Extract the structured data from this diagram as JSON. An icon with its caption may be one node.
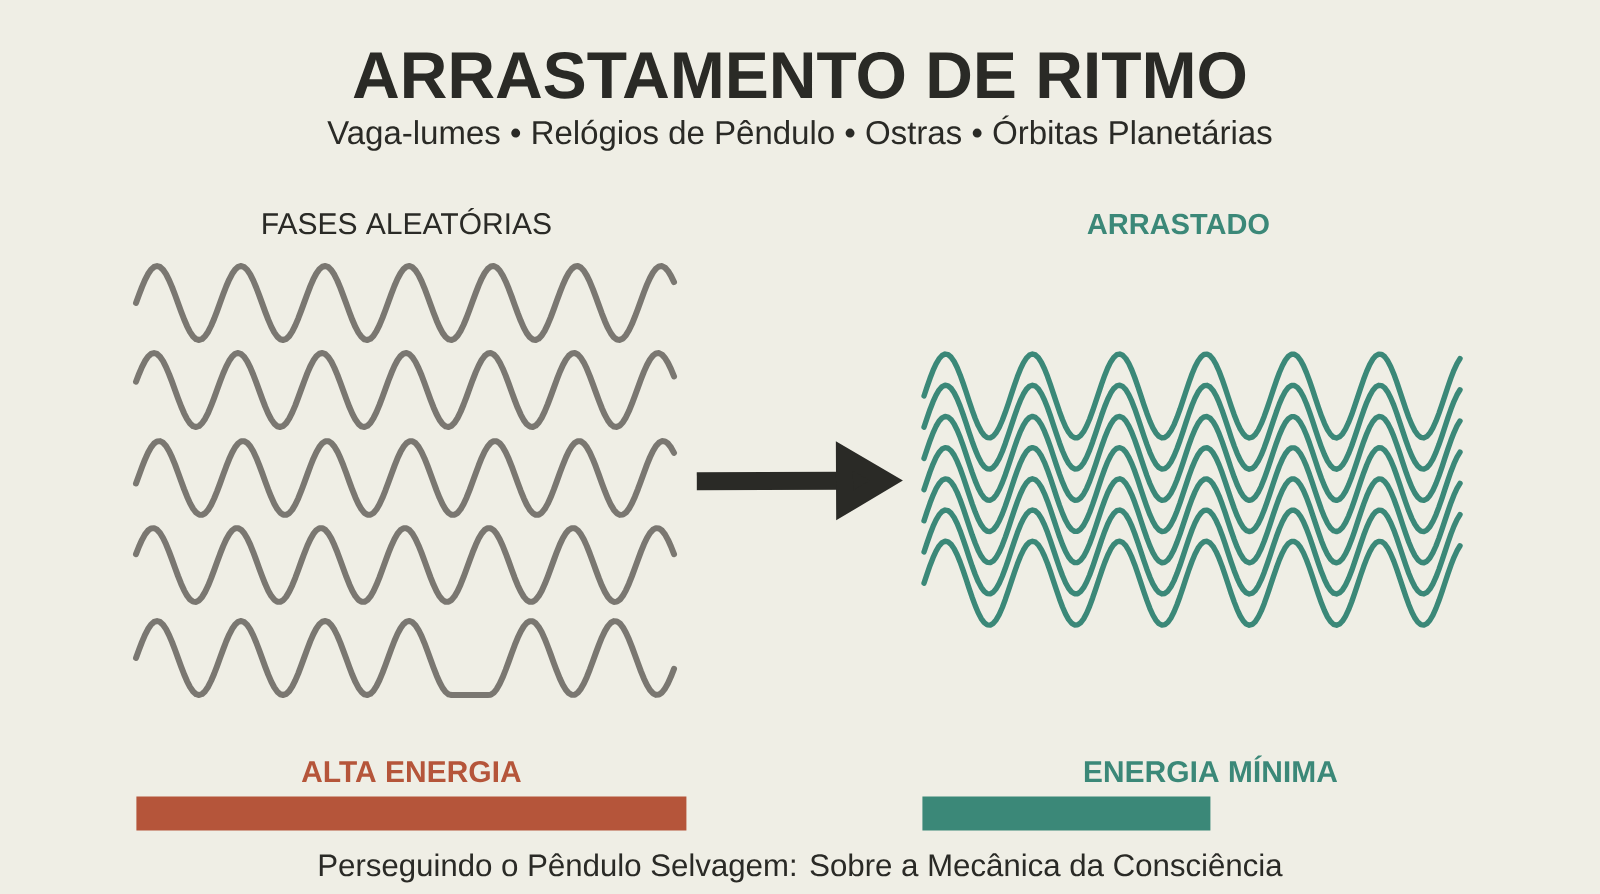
{
  "diagram": {
    "title": "ARRASTAMENTO DE RITMO",
    "caption": "Perseguindo o Pêndulo Selvagem: Sobre a Mecânica da Consciência",
    "nodes": [
      {
        "text": [
          "FASES ALEATÓRIAS"
        ]
      },
      {
        "text": [
          "ARRASTADO"
        ]
      },
      {
        "text": [
          "ALTA ENERGIA"
        ]
      },
      {
        "text": [
          "ENERGIA MÍNIMA"
        ]
      }
    ],
    "edges": [
      {
        "from": 0,
        "to": 1,
        "arrow": "to"
      }
    ],
    "labels": [
      "Vaga-lumes • Relógios de Pêndulo • Ostras • Órbitas Planetárias"
    ]
  }
}
